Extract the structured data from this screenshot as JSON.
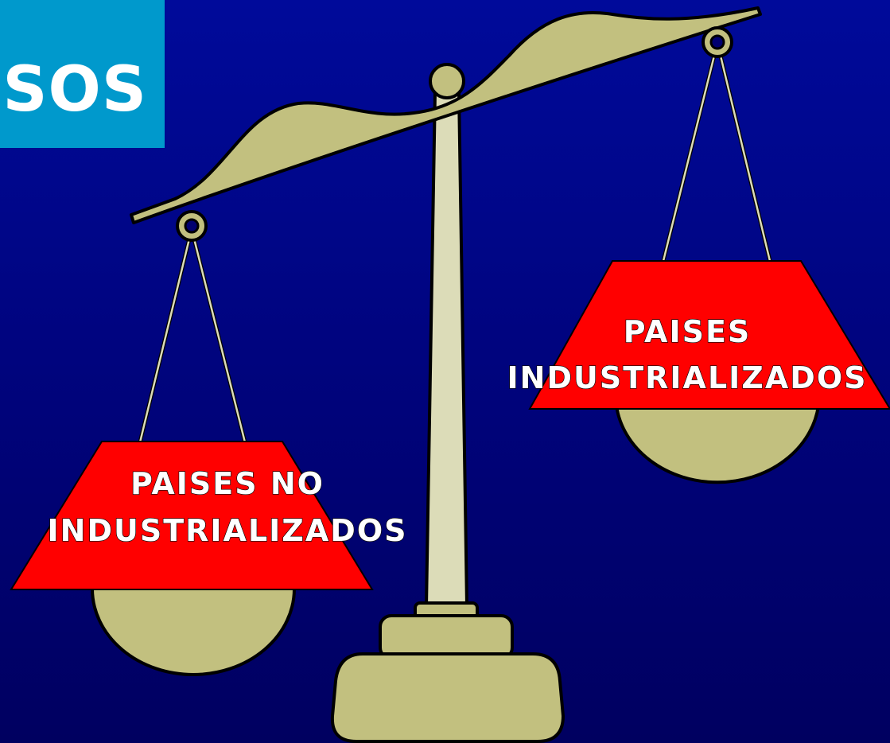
{
  "title": {
    "text": "SOS"
  },
  "left_pan": {
    "label_line1": "PAISES NO",
    "label_line2": "INDUSTRIALIZADOS"
  },
  "right_pan": {
    "label_line1": "PAISES",
    "label_line2": "INDUSTRIALIZADOS"
  },
  "colors": {
    "background": "#000a9a",
    "title_box": "#0099cc",
    "scale_body": "#c2c07f",
    "pillar": "#dcdcb8",
    "label_box": "#ff0000",
    "label_text": "#ffffff"
  }
}
